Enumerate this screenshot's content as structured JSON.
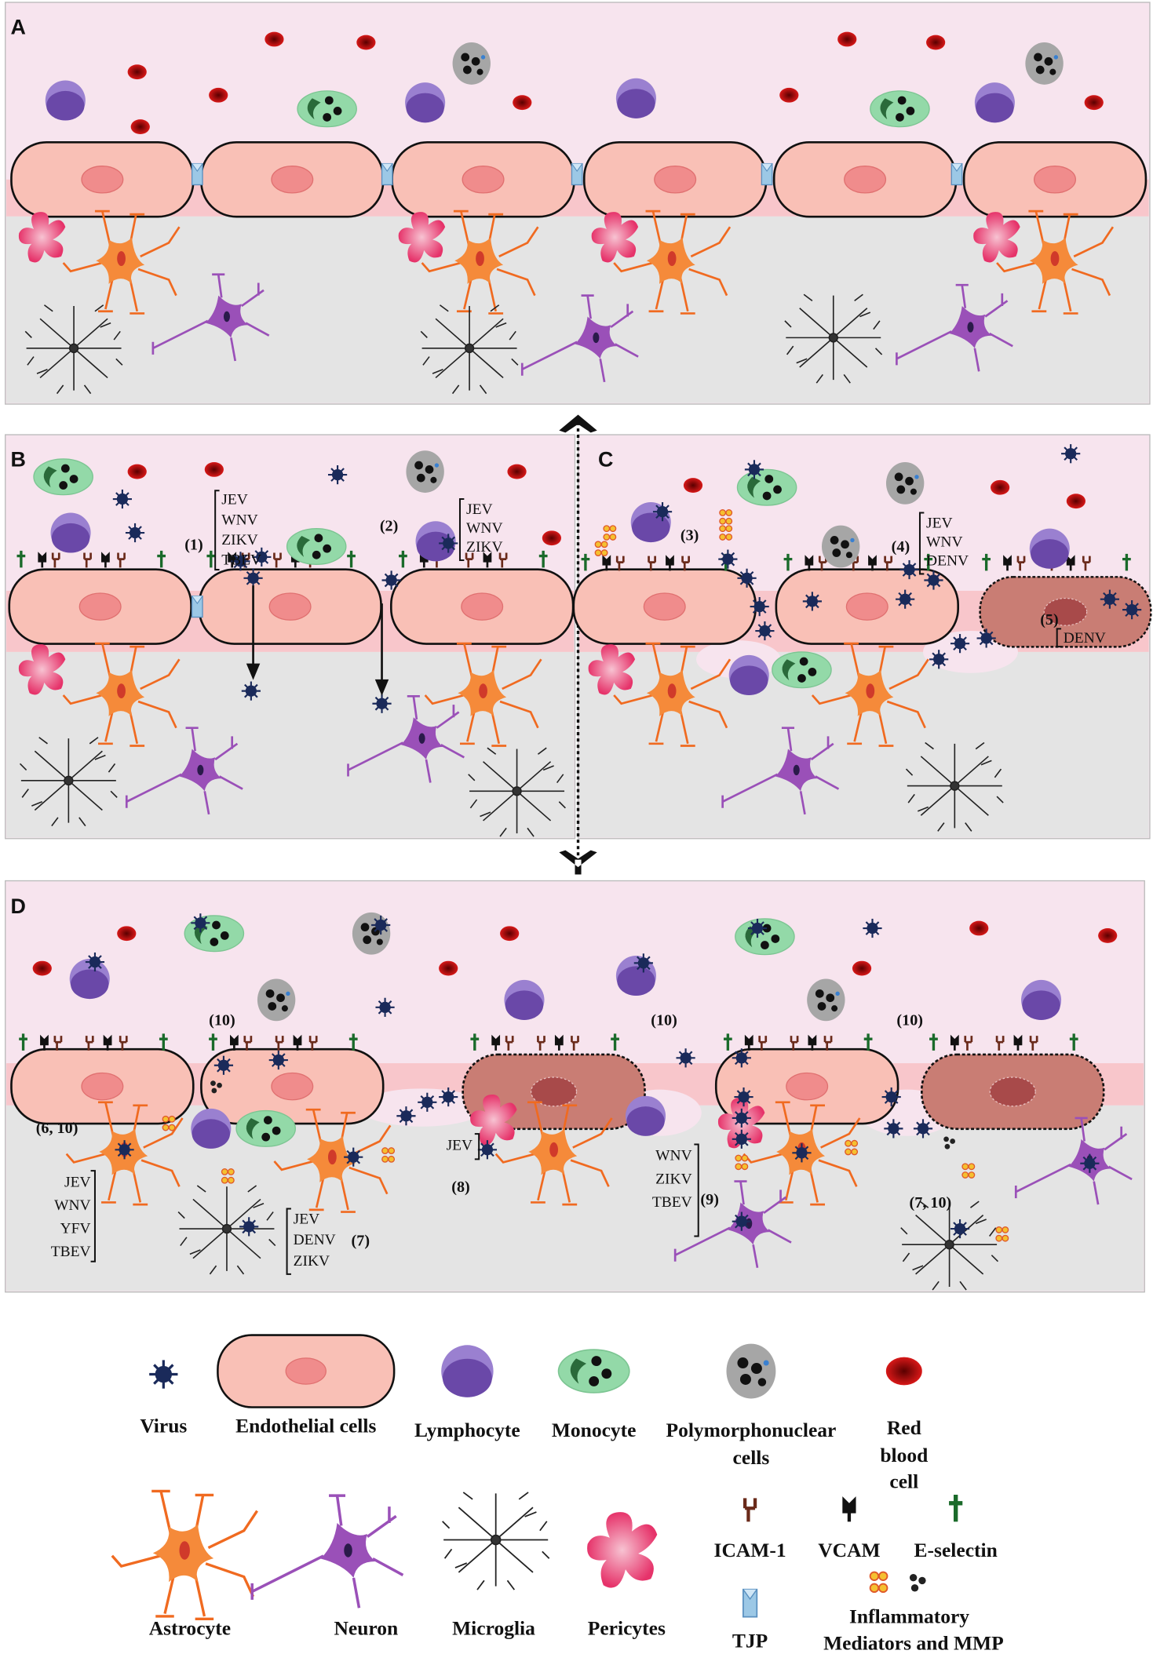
{
  "panels": {
    "A": {
      "letter": "A"
    },
    "B": {
      "letter": "B",
      "label_1": "(1)",
      "viruses_1": [
        "JEV",
        "WNV",
        "ZIKV",
        "TBEV"
      ],
      "label_2": "(2)",
      "viruses_2": [
        "JEV",
        "WNV",
        "ZIKV"
      ]
    },
    "C": {
      "letter": "C",
      "label_3": "(3)",
      "label_4": "(4)",
      "viruses_4": [
        "JEV",
        "WNV",
        "DENV"
      ],
      "label_5": "(5)",
      "viruses_5": [
        "DENV"
      ]
    },
    "D": {
      "letter": "D",
      "label_10": "(10)",
      "label_6_10": "(6, 10)",
      "viruses_astro": [
        "JEV",
        "WNV",
        "YFV",
        "TBEV"
      ],
      "viruses_micro": [
        "JEV",
        "DENV",
        "ZIKV"
      ],
      "label_7": "(7)",
      "viruses_pericyte": [
        "JEV"
      ],
      "label_8": "(8)",
      "viruses_neuron": [
        "WNV",
        "ZIKV",
        "TBEV"
      ],
      "label_9": "(9)",
      "label_7_10": "(7, 10)"
    }
  },
  "legend": {
    "virus": "Virus",
    "endothelial": "Endothelial cells",
    "lymphocyte": "Lymphocyte",
    "monocyte": "Monocyte",
    "pmn": [
      "Polymorphonuclear",
      "cells"
    ],
    "rbc": [
      "Red",
      "blood",
      "cell"
    ],
    "astrocyte": "Astrocyte",
    "neuron": "Neuron",
    "microglia": "Microglia",
    "pericytes": "Pericytes",
    "icam": "ICAM-1",
    "vcam": "VCAM",
    "eselectin": "E-selectin",
    "tjp": "TJP",
    "mediators": [
      "Inflammatory",
      "Mediators and MMP"
    ]
  },
  "colors": {
    "plasma": "#f7e4ee",
    "endothelial_band": "#f8c6cb",
    "brain": "#e4e4e4",
    "endothelial_cell": "#f9c0b6",
    "damaged_cell": "#c97d74",
    "virus": "#1a2a5a",
    "astrocyte": "#f58a3a",
    "neuron": "#9a50b8",
    "pericyte": "#e83a6a",
    "lymphocyte": "#7a58bd",
    "monocyte": "#93d9a8"
  }
}
